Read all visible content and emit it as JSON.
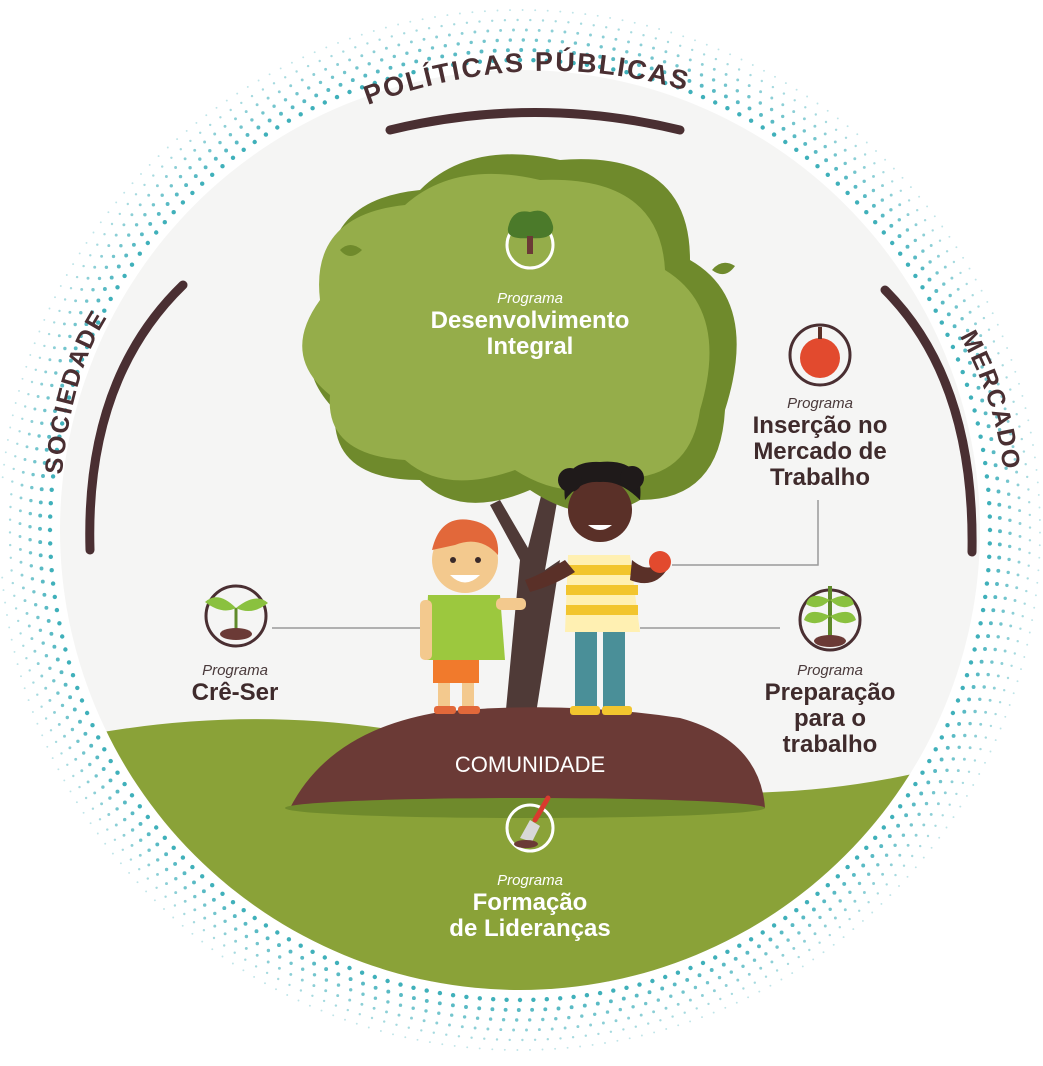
{
  "frame": {
    "top_label": "POLÍTICAS PÚBLICAS",
    "left_label": "SOCIEDADE",
    "right_label": "MERCADO"
  },
  "ground": {
    "label": "COMUNIDADE"
  },
  "programs": {
    "prefix": "Programa",
    "desenvolvimento": {
      "name_line1": "Desenvolvimento",
      "name_line2": "Integral"
    },
    "insercao": {
      "name_line1": "Inserção no",
      "name_line2": "Mercado de",
      "name_line3": "Trabalho"
    },
    "creser": {
      "name_line1": "Crê-Ser"
    },
    "preparacao": {
      "name_line1": "Preparação",
      "name_line2": "para o",
      "name_line3": "trabalho"
    },
    "formacao": {
      "name_line1": "Formação",
      "name_line2": "de Lideranças"
    }
  },
  "colors": {
    "grass": "#8aa238",
    "canopy": "#95ad4a",
    "canopy_shadow": "#6f8a2c",
    "soil": "#6b3a36",
    "arc": "#4a2f32",
    "dots": "#2aa7b3",
    "disc": "#f5f5f4"
  },
  "icons": {
    "desenvolvimento": "tree-icon",
    "insercao": "apple-icon",
    "creser": "sprout-icon",
    "preparacao": "seedling-icon",
    "formacao": "trowel-icon"
  }
}
